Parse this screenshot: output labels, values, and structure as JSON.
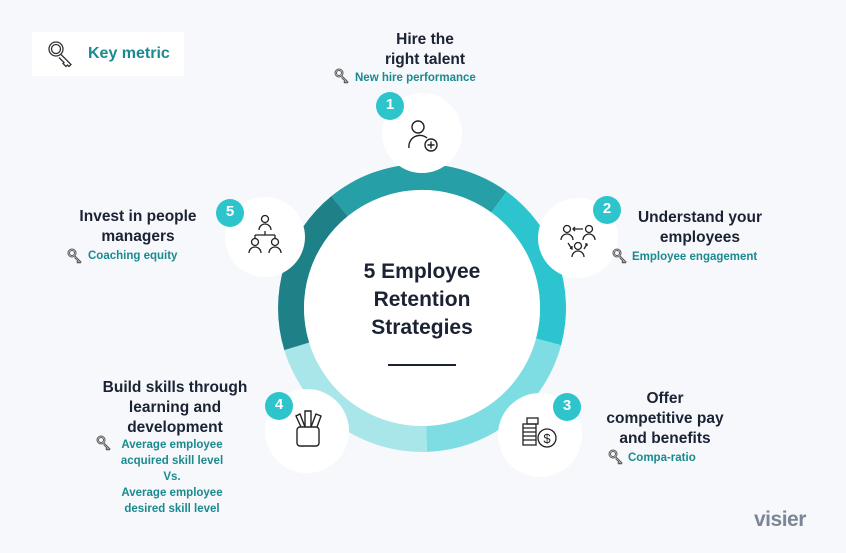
{
  "legend": {
    "label": "Key metric",
    "icon": "key-icon"
  },
  "center": {
    "title_lines": [
      "5 Employee",
      "Retention",
      "Strategies"
    ]
  },
  "colors": {
    "background": "#F6F8FB",
    "metric_text": "#1A8A8F",
    "badge": "#2EC4CC",
    "segments": [
      "#26A0A6",
      "#2CC5CF",
      "#7DDDE3",
      "#A9E6EA",
      "#1E8187"
    ]
  },
  "strategies": [
    {
      "number": "1",
      "title_lines": [
        "Hire the",
        "right talent"
      ],
      "metrics": [
        "New hire performance"
      ],
      "icon": "add-person-icon"
    },
    {
      "number": "2",
      "title_lines": [
        "Understand your",
        "employees"
      ],
      "metrics": [
        "Employee engagement"
      ],
      "icon": "people-network-icon"
    },
    {
      "number": "3",
      "title_lines": [
        "Offer",
        "competitive pay",
        "and benefits"
      ],
      "metrics": [
        "Compa-ratio"
      ],
      "icon": "coins-dollar-icon"
    },
    {
      "number": "4",
      "title_lines": [
        "Build skills through",
        "learning and",
        "development"
      ],
      "metrics": [
        "Average employee",
        "acquired skill level",
        "Vs.",
        "Average employee",
        "desired skill level"
      ],
      "icon": "pencil-cup-icon"
    },
    {
      "number": "5",
      "title_lines": [
        "Invest in people",
        "managers"
      ],
      "metrics": [
        "Coaching equity"
      ],
      "icon": "org-chart-icon"
    }
  ],
  "brand": {
    "logo_text": "visier"
  }
}
